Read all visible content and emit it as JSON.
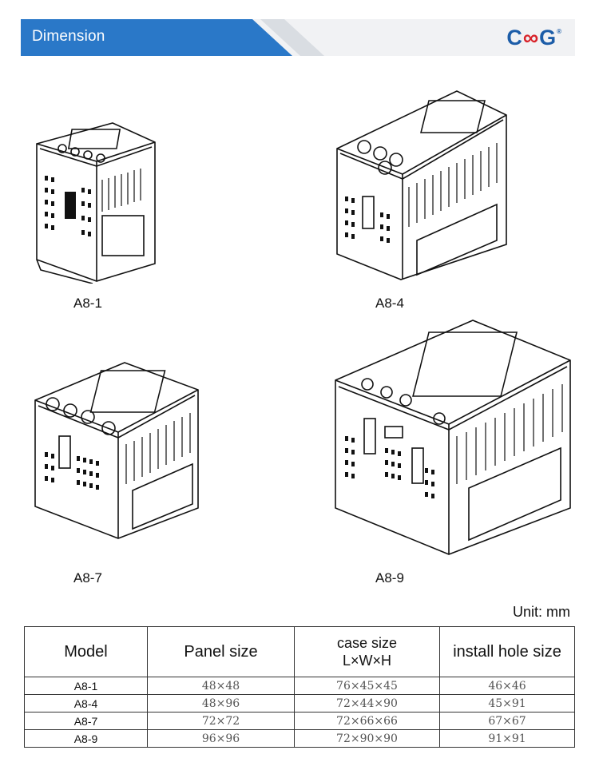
{
  "header": {
    "title": "Dimension",
    "logo": {
      "left": "C",
      "mark": "∞",
      "right": "G",
      "reg": "®"
    }
  },
  "devices": [
    {
      "label": "A8-1"
    },
    {
      "label": "A8-4"
    },
    {
      "label": "A8-7"
    },
    {
      "label": "A8-9"
    }
  ],
  "unit": "Unit:  mm",
  "table": {
    "headers": {
      "model": "Model",
      "panel": "Panel size",
      "case_line1": "case size",
      "case_line2": "L×W×H",
      "hole": "install hole size"
    },
    "rows": [
      {
        "model": "A8-1",
        "panel": "48×48",
        "case": "76×45×45",
        "hole": "46×46"
      },
      {
        "model": "A8-4",
        "panel": "48×96",
        "case": "72×44×90",
        "hole": "45×91"
      },
      {
        "model": "A8-7",
        "panel": "72×72",
        "case": "72×66×66",
        "hole": "67×67"
      },
      {
        "model": "A8-9",
        "panel": "96×96",
        "case": "72×90×90",
        "hole": "91×91"
      }
    ]
  },
  "colors": {
    "brand_blue": "#2a78c8",
    "logo_blue": "#1c5da8",
    "logo_red": "#d8232a"
  }
}
